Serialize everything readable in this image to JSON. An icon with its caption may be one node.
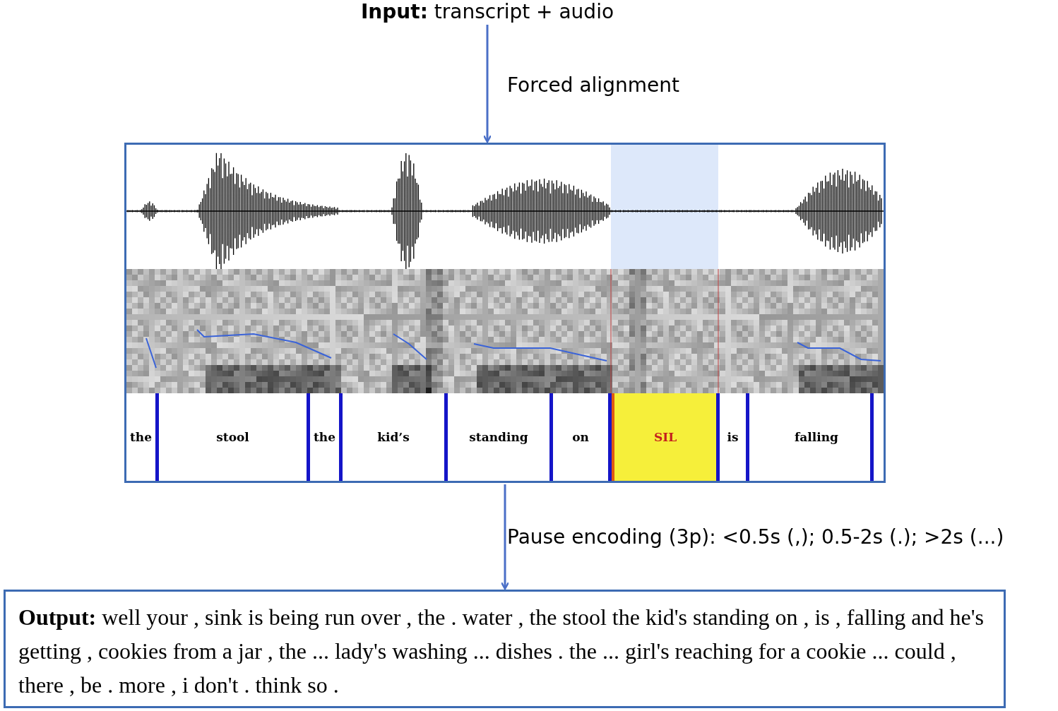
{
  "diagram": {
    "nodes": [
      {
        "text": [
          "**Input:** transcript + audio"
        ]
      },
      {
        "text": [],
        "shape": "box"
      },
      {
        "text": [
          "the"
        ],
        "in": 1
      },
      {
        "text": [
          "stool"
        ],
        "in": 1
      },
      {
        "text": [
          "the"
        ],
        "in": 1
      },
      {
        "text": [
          "kid’s"
        ],
        "in": 1
      },
      {
        "text": [
          "standing"
        ],
        "in": 1
      },
      {
        "text": [
          "on"
        ],
        "in": 1
      },
      {
        "text": [
          "SIL"
        ],
        "in": 1
      },
      {
        "text": [
          "is"
        ],
        "in": 1
      },
      {
        "text": [
          "falling"
        ],
        "in": 1
      },
      {
        "text": [
          "**Output:** well your , sink is being run over , the . water , the stool the kid's standing on , is , falling and he's getting , cookies from a jar , the ... lady's washing ... dishes . the ... girl's reaching for a cookie ... could , there , be . more , i don't . think so ."
        ]
      }
    ],
    "edges": [
      {
        "from": 0,
        "to": 1,
        "arrow": "to",
        "label": "Forced alignment"
      },
      {
        "from": 1,
        "to": 11,
        "arrow": "to",
        "label": "Pause encoding (3p): <0.5s (,); 0.5-2s (.); >2s (...)"
      }
    ]
  }
}
